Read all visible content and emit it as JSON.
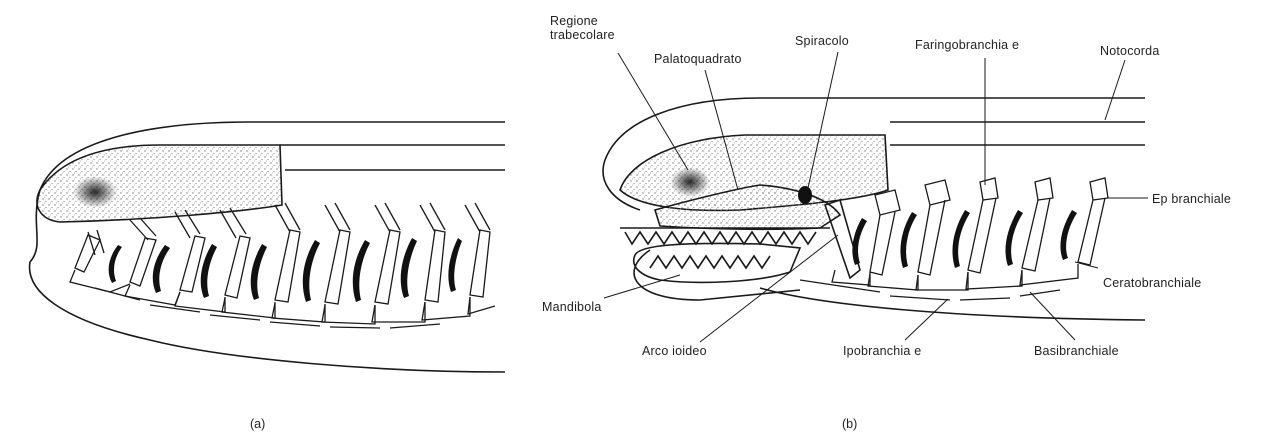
{
  "panels": {
    "a": {
      "caption": "(a)"
    },
    "b": {
      "caption": "(b)"
    }
  },
  "labels": {
    "regione_trabecolare_1": "Regione",
    "regione_trabecolare_2": "trabecolare",
    "palatoquadrato": "Palatoquadrato",
    "spiracolo": "Spiracolo",
    "faringobranchiale": "Faringobranchia e",
    "notocorda": "Notocorda",
    "epibranchiale": "Ep branchiale",
    "ceratobranchiale": "Ceratobranchiale",
    "mandibola": "Mandibola",
    "arco_ioideo": "Arco ioideo",
    "ipobranchiale": "Ipobranchia e",
    "basibranchiale": "Basibranchiale"
  },
  "colors": {
    "ink": "#1a1a1a",
    "stipple": "#9a9a9a",
    "background": "#ffffff"
  }
}
